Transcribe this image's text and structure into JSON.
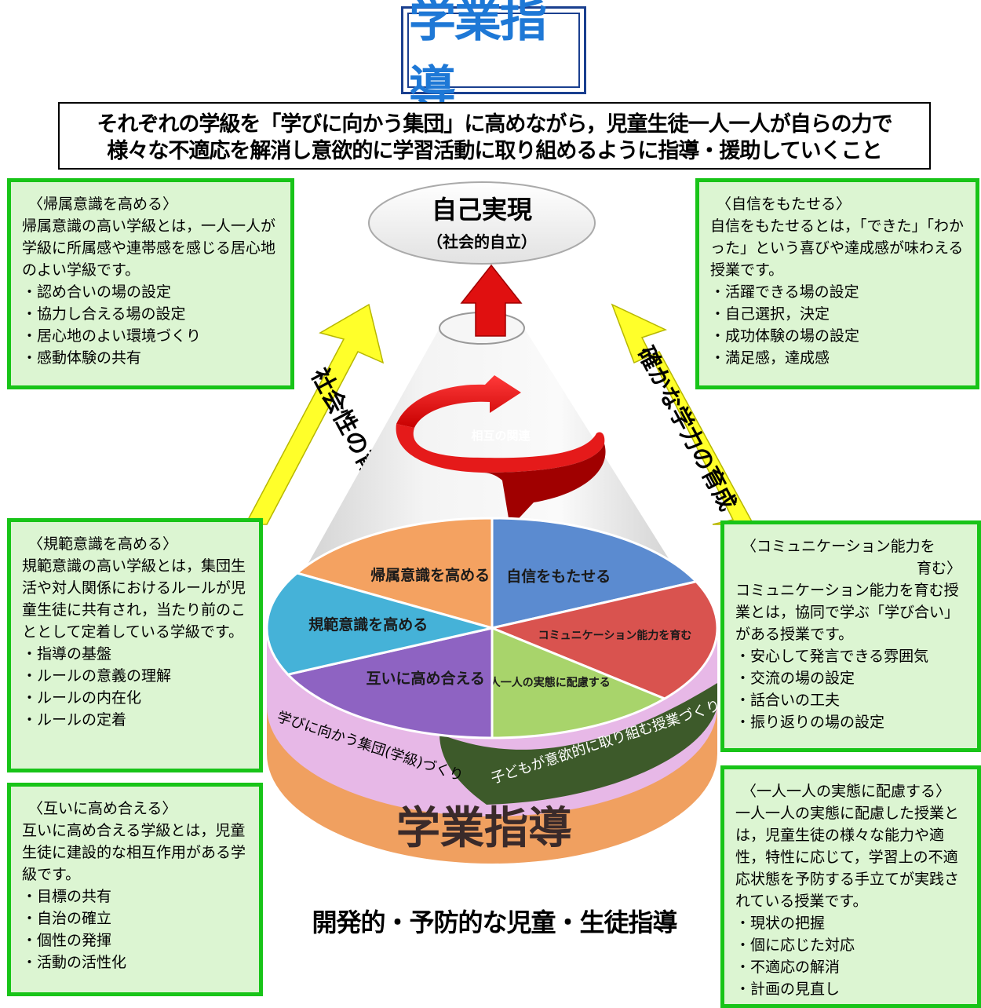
{
  "title": "学業指導",
  "goal_lines": [
    "それぞれの学級を「学びに向かう集団」に高めながら，児童生徒一人一人が自らの力で",
    "様々な不適応を解消し意欲的に学習活動に取り組めるように指導・援助していくこと"
  ],
  "top_goal": {
    "main": "自己実現",
    "sub": "（社会的自立）"
  },
  "arrow_left_label": "社会性の育成",
  "arrow_right_label": "確かな学力の育成",
  "spiral_label": "相互の関連",
  "pie_labels": [
    "帰属意識を高める",
    "自信をもたせる",
    "コミュニケーション能力を育む",
    "一人一人の実態に配慮する",
    "互いに高め合える",
    "規範意識を高める"
  ],
  "pie_colors": [
    "#f4a261",
    "#5b8bd0",
    "#d9534f",
    "#a8d46b",
    "#8e63c2",
    "#45b2d8"
  ],
  "band_left_label": "学びに向かう集団(学級)づくり",
  "band_right_label": "子どもが意欲的に取り組む授業づくり",
  "base_label": "学業指導",
  "bottom_caption": "開発的・予防的な児童・生徒指導",
  "boxes": {
    "belong": {
      "heading": "〈帰属意識を高める〉",
      "body": "帰属意識の高い学級とは，一人一人が学級に所属感や連帯感を感じる居心地のよい学級です。",
      "items": [
        "認め合いの場の設定",
        "協力し合える場の設定",
        "居心地のよい環境づくり",
        "感動体験の共有"
      ]
    },
    "confidence": {
      "heading": "〈自信をもたせる〉",
      "body": "自信をもたせるとは，「できた」「わかった」という喜びや達成感が味わえる授業です。",
      "items": [
        "活躍できる場の設定",
        "自己選択，決定",
        "成功体験の場の設定",
        "満足感，達成感"
      ]
    },
    "norm": {
      "heading": "〈規範意識を高める〉",
      "body": "規範意識の高い学級とは，集団生活や対人関係におけるルールが児童生徒に共有され，当たり前のこととして定着している学級です。",
      "items": [
        "指導の基盤",
        "ルールの意義の理解",
        "ルールの内在化",
        "ルールの定着"
      ]
    },
    "comm": {
      "heading": "〈コミュニケーション能力を",
      "heading2": "育む〉",
      "body": "コミュニケーション能力を育む授業とは，協同で学ぶ「学び合い」がある授業です。",
      "items": [
        "安心して発言できる雰囲気",
        "交流の場の設定",
        "話合いの工夫",
        "振り返りの場の設定"
      ]
    },
    "mutual": {
      "heading": "〈互いに高め合える〉",
      "body": "互いに高め合える学級とは，児童生徒に建設的な相互作用がある学級です。",
      "items": [
        "目標の共有",
        "自治の確立",
        "個性の発揮",
        "活動の活性化"
      ]
    },
    "individual": {
      "heading": "〈一人一人の実態に配慮する〉",
      "body": "一人一人の実態に配慮した授業とは，児童生徒の様々な能力や適性，特性に応じて，学習上の不適応状態を予防する手立てが実践されている授業です。",
      "items": [
        "現状の把握",
        "個に応じた対応",
        "不適応の解消",
        "計画の見直し"
      ]
    }
  }
}
